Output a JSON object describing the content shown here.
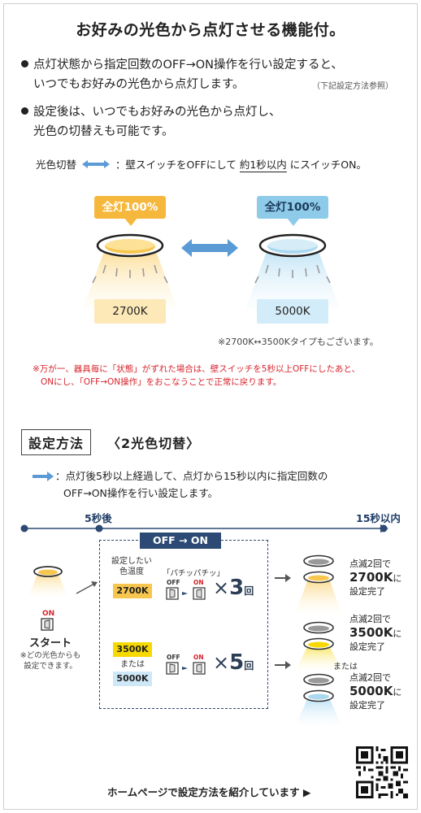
{
  "title": "お好みの光色から点灯させる機能付。",
  "bullets": [
    {
      "line1": "点灯状態から指定回数のOFF→ON操作を行い設定すると、",
      "line2": "いつでもお好みの光色から点灯します。"
    },
    {
      "line1": "設定後は、いつでもお好みの光色から点灯し、",
      "line2": "光色の切替えも可能です。"
    }
  ],
  "ref_note": "（下記設定方法参照）",
  "switch_line": {
    "label": "光色切替",
    "text1": "：壁スイッチをOFFにして",
    "emph": "約1秒以内",
    "text2": "にスイッチON。"
  },
  "lights": [
    {
      "badge": "全灯100%",
      "kelvin": "2700K",
      "color": "#f5b83c",
      "glow": "#fbe3a6",
      "kbg": "#fde9b8"
    },
    {
      "badge": "全灯100%",
      "kelvin": "5000K",
      "color": "#8ecbe9",
      "glow": "#cfe8f7",
      "kbg": "#d3ecf9"
    }
  ],
  "type_note": "※2700K↔3500Kタイプもございます。",
  "warning": {
    "line1": "※万が一、器具毎に「状態」がずれた場合は、壁スイッチを5秒以上OFFにしたあと、",
    "line2": "ONにし、「OFF→ON操作」をおこなうことで正常に戻ります。"
  },
  "section": {
    "boxed": "設定方法",
    "sub": "〈2光色切替〉"
  },
  "instruction": {
    "line1": "：点灯後5秒以上経過して、点灯から15秒以内に指定回数の",
    "line2": "OFF→ON操作を行い設定します。"
  },
  "timeline": {
    "t1": "5秒後",
    "t2": "15秒以内"
  },
  "offon_label": "OFF → ON",
  "start": {
    "on": "ON",
    "label": "スタート",
    "note1": "※どの光色からも",
    "note2": "設定できます。"
  },
  "setting_temp": {
    "line1": "設定したい",
    "line2": "色温度"
  },
  "pachi": "「パチッパチッ」",
  "row1": {
    "kelvin": "2700K",
    "off": "OFF",
    "on": "ON",
    "times_prefix": "×",
    "count": "3",
    "suffix": "回"
  },
  "row2": {
    "k1": "3500K",
    "or": "または",
    "k2": "5000K",
    "off": "OFF",
    "on": "ON",
    "times_prefix": "×",
    "count": "5",
    "suffix": "回"
  },
  "results": [
    {
      "l1": "点滅2回で",
      "k": "2700K",
      "ni": "に",
      "l3": "設定完了"
    },
    {
      "l1": "点滅2回で",
      "k": "3500K",
      "ni": "に",
      "l3": "設定完了"
    },
    {
      "l1": "点滅2回で",
      "k": "5000K",
      "ni": "に",
      "l3": "設定完了"
    }
  ],
  "or_label": "または",
  "footer": "ホームページで設定方法を紹介しています ▶",
  "colors": {
    "warm": "#f5b83c",
    "cool": "#8ecbe9",
    "arrow": "#5b9bd5",
    "navy": "#2c4a73",
    "warn": "#d8242c",
    "yellow": "#f7d900"
  }
}
